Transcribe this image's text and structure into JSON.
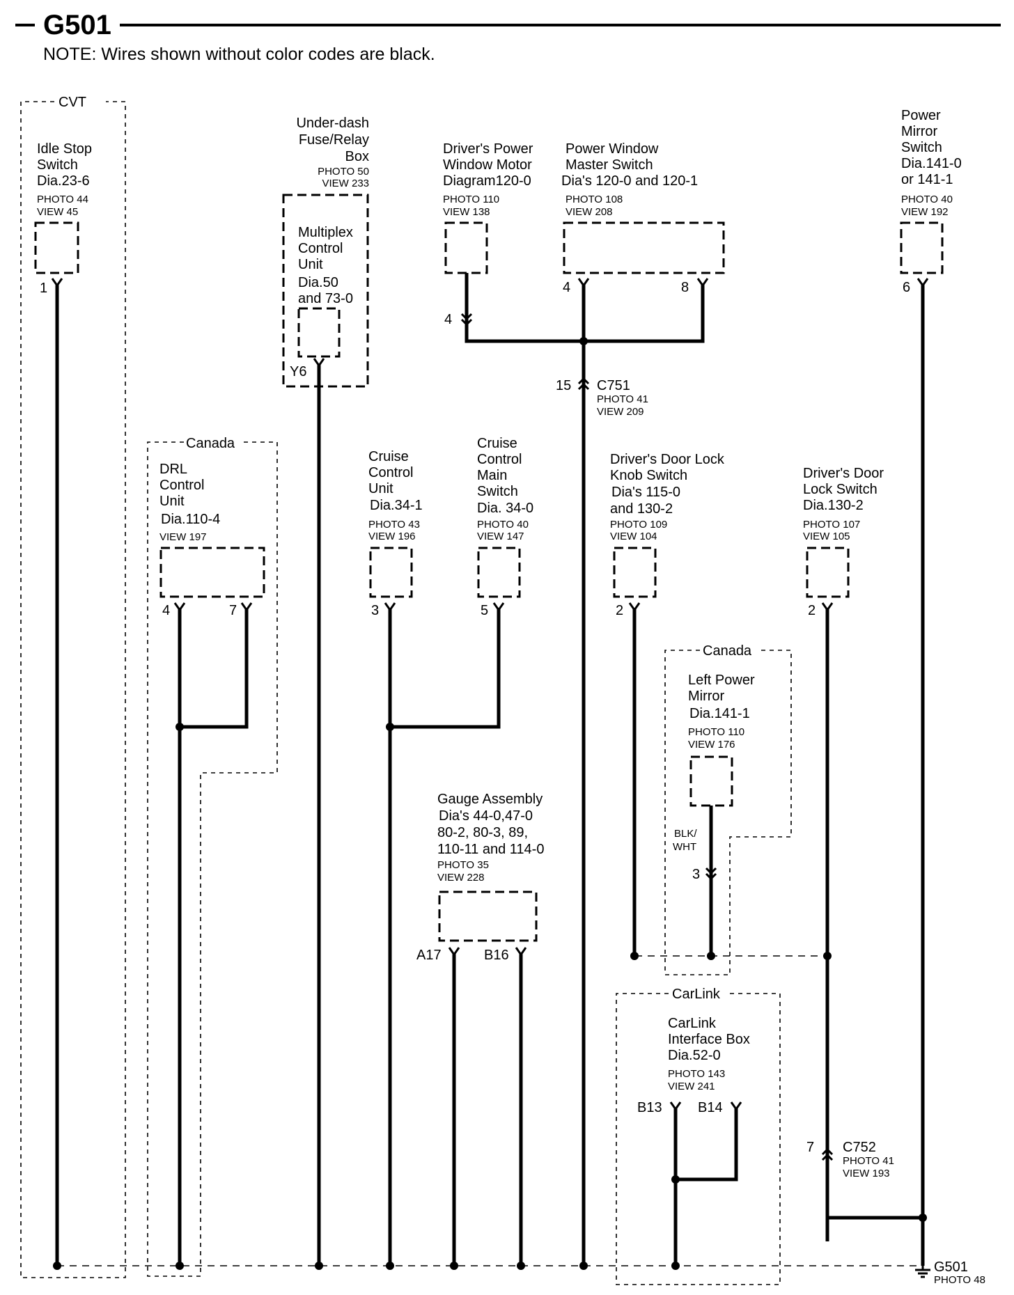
{
  "header": {
    "title": "G501",
    "note": "NOTE: Wires shown without color codes are black."
  },
  "groups": {
    "cvt": "CVT",
    "canada1": "Canada",
    "canada2": "Canada",
    "carlink": "CarLink"
  },
  "components": {
    "idle_stop": {
      "lines": [
        "Idle Stop",
        "Switch",
        "Dia.23-6"
      ],
      "refs": [
        "PHOTO 44",
        "VIEW 45"
      ],
      "pin": "1"
    },
    "underdash": {
      "lines": [
        "Under-dash",
        "Fuse/Relay",
        "Box"
      ],
      "refs": [
        "PHOTO 50",
        "VIEW 233"
      ]
    },
    "mcu": {
      "lines": [
        "Multiplex",
        "Control",
        "Unit",
        "Dia.50",
        "and 73-0"
      ],
      "pin": "Y6"
    },
    "drv_pw_motor": {
      "lines": [
        "Driver's Power",
        "Window Motor",
        "Diagram120-0"
      ],
      "refs": [
        "PHOTO 110",
        "VIEW 138"
      ],
      "pin": "4"
    },
    "pw_master": {
      "lines": [
        "Power Window",
        "Master Switch",
        "Dia's 120-0  and 120-1"
      ],
      "refs": [
        "PHOTO 108",
        "VIEW 208"
      ],
      "pin_a": "4",
      "pin_b": "8"
    },
    "pm_switch": {
      "lines": [
        "Power",
        "Mirror",
        "Switch",
        "Dia.141-0",
        "or 141-1"
      ],
      "refs": [
        "PHOTO 40",
        "VIEW 192"
      ],
      "pin": "6"
    },
    "c751": {
      "pin": "15",
      "name": "C751",
      "refs": [
        "PHOTO 41",
        "VIEW 209"
      ]
    },
    "drl": {
      "lines": [
        "DRL",
        "Control",
        "Unit",
        "Dia.110-4"
      ],
      "refs": [
        "VIEW 197"
      ],
      "pin_a": "4",
      "pin_b": "7"
    },
    "cruise_cu": {
      "lines": [
        "Cruise",
        "Control",
        "Unit",
        "Dia.34-1"
      ],
      "refs": [
        "PHOTO 43",
        "VIEW 196"
      ],
      "pin": "3"
    },
    "cruise_main": {
      "lines": [
        "Cruise",
        "Control",
        "Main",
        "Switch",
        "Dia. 34-0"
      ],
      "refs": [
        "PHOTO 40",
        "VIEW 147"
      ],
      "pin": "5"
    },
    "door_lock_knob": {
      "lines": [
        "Driver's Door Lock",
        "Knob Switch",
        "Dia's 115-0",
        "and 130-2"
      ],
      "refs": [
        "PHOTO 109",
        "VIEW 104"
      ],
      "pin": "2"
    },
    "door_lock_sw": {
      "lines": [
        "Driver's Door",
        "Lock Switch",
        "Dia.130-2"
      ],
      "refs": [
        "PHOTO 107",
        "VIEW 105"
      ],
      "pin": "2"
    },
    "left_mirror": {
      "lines": [
        "Left Power",
        "Mirror",
        "Dia.141-1"
      ],
      "refs": [
        "PHOTO 110",
        "VIEW 176"
      ],
      "wire_color": [
        "BLK/",
        "WHT"
      ],
      "pin": "3"
    },
    "gauge": {
      "lines": [
        "Gauge Assembly",
        "Dia's 44-0,47-0",
        "80-2, 80-3, 89,",
        "110-11 and 114-0"
      ],
      "refs": [
        "PHOTO 35",
        "VIEW 228"
      ],
      "pin_a": "A17",
      "pin_b": "B16"
    },
    "carlink_box": {
      "lines": [
        "CarLink",
        "Interface Box",
        "Dia.52-0"
      ],
      "refs": [
        "PHOTO 143",
        "VIEW 241"
      ],
      "pin_a": "B13",
      "pin_b": "B14"
    },
    "c752": {
      "pin": "7",
      "name": "C752",
      "refs": [
        "PHOTO 41",
        "VIEW 193"
      ]
    },
    "ground": {
      "name": "G501",
      "refs": [
        "PHOTO 48"
      ]
    }
  }
}
